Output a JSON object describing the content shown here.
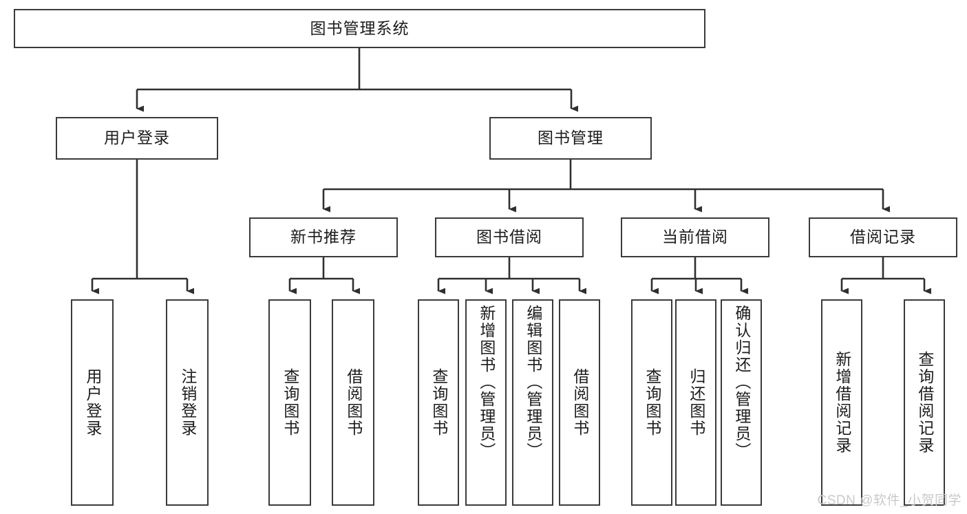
{
  "diagram": {
    "title": "图书管理系统",
    "type": "tree-hierarchy",
    "watermark": "CSDN @软件_小贺同学",
    "colors": {
      "border": "#3a3a3a",
      "text": "#1c1c1c",
      "background": "#ffffff",
      "connector": "#2f2f2f",
      "watermark": "#c9c9c9"
    }
  },
  "root": {
    "label": "图书管理系统"
  },
  "level2": [
    {
      "label": "用户登录"
    },
    {
      "label": "图书管理"
    }
  ],
  "level3": [
    {
      "label": "新书推荐"
    },
    {
      "label": "图书借阅"
    },
    {
      "label": "当前借阅"
    },
    {
      "label": "借阅记录"
    }
  ],
  "leaves": {
    "user_login": [
      {
        "label": "用户登录"
      },
      {
        "label": "注销登录"
      }
    ],
    "new_book": [
      {
        "label": "查询图书"
      },
      {
        "label": "借阅图书"
      }
    ],
    "book_borrow": [
      {
        "label": "查询图书"
      },
      {
        "label": "新增图书（管理员）"
      },
      {
        "label": "编辑图书（管理员）"
      },
      {
        "label": "借阅图书"
      }
    ],
    "current_borrow": [
      {
        "label": "查询图书"
      },
      {
        "label": "归还图书"
      },
      {
        "label": "确认归还（管理员）"
      }
    ],
    "borrow_record": [
      {
        "label": "新增借阅记录"
      },
      {
        "label": "查询借阅记录"
      }
    ]
  }
}
